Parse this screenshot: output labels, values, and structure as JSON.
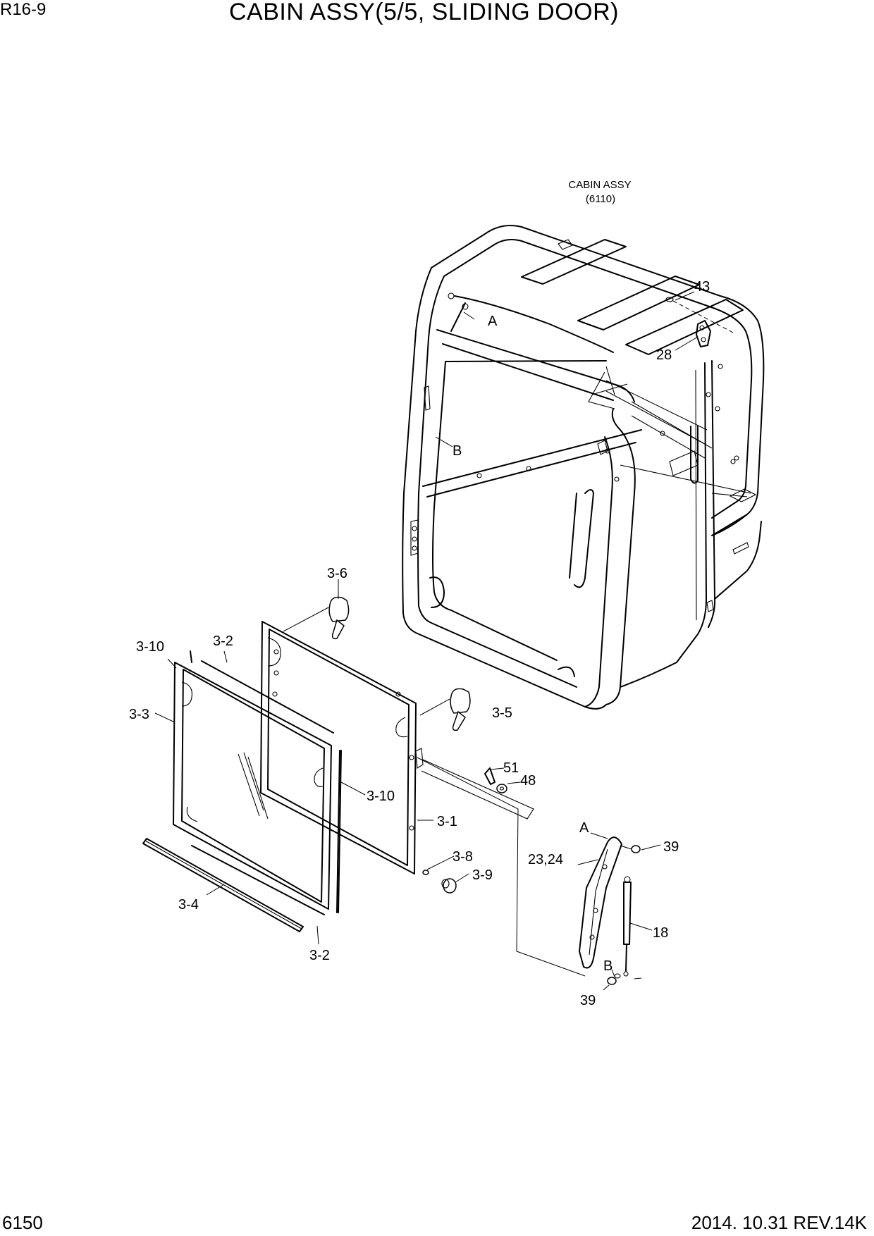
{
  "header": {
    "model": "R16-9",
    "title": "CABIN ASSY(5/5, SLIDING DOOR)"
  },
  "footer": {
    "page_number": "6150",
    "revision": "2014. 10.31  REV.14K"
  },
  "reference": {
    "name": "CABIN ASSY",
    "code": "(6110)"
  },
  "callouts": {
    "A_top": "A",
    "B_top": "B",
    "p43": "43",
    "p28": "28",
    "p3_6": "3-6",
    "p3_10a": "3-10",
    "p3_2a": "3-2",
    "p3_3": "3-3",
    "p3_5": "3-5",
    "p51": "51",
    "p48": "48",
    "p3_10b": "3-10",
    "p3_1": "3-1",
    "p3_8": "3-8",
    "p3_9": "3-9",
    "p3_4": "3-4",
    "p3_2b": "3-2",
    "A_link": "A",
    "p39a": "39",
    "p23_24": "23,24",
    "p18": "18",
    "B_link": "B",
    "p39b": "39"
  }
}
